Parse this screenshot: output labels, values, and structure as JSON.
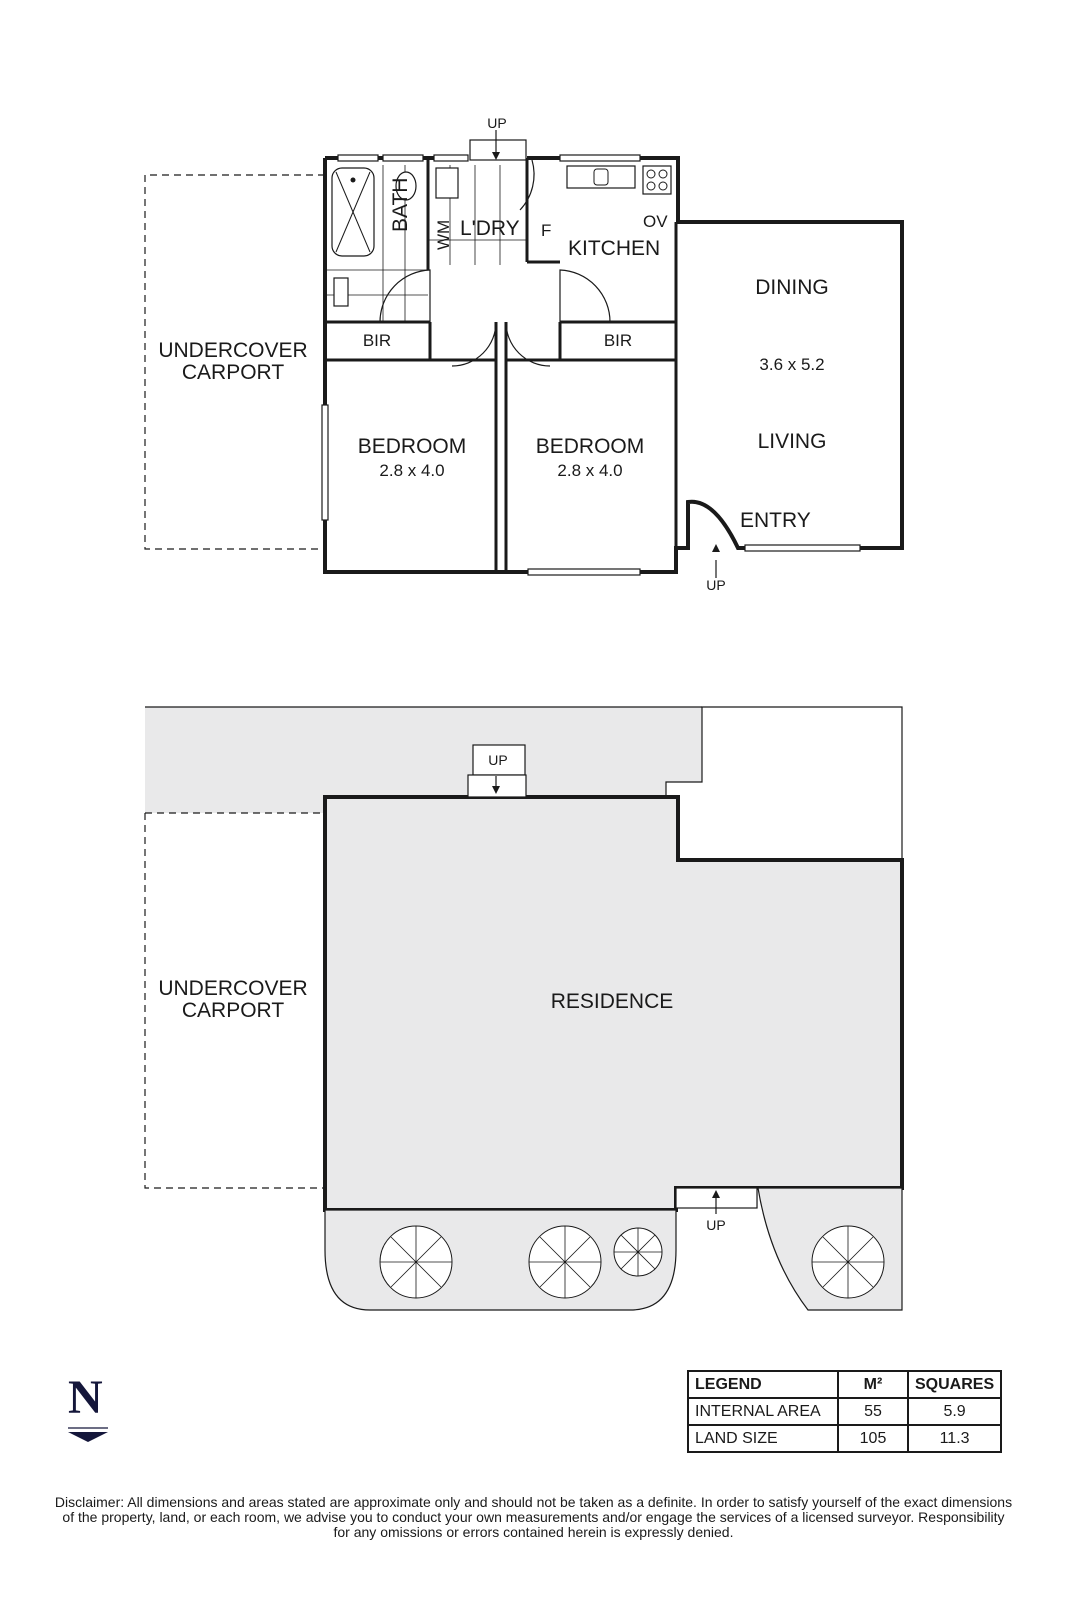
{
  "floor_plan": {
    "rooms": {
      "bath": "BATH",
      "wm": "WM",
      "laundry": "L'DRY",
      "fridge": "F",
      "oven": "OV",
      "kitchen": "KITCHEN",
      "dining": "DINING",
      "living_dim": "3.6 x 5.2",
      "living": "LIVING",
      "entry": "ENTRY",
      "bir_left": "BIR",
      "bir_right": "BIR",
      "bedroom1": "BEDROOM",
      "bedroom1_dim": "2.8 x 4.0",
      "bedroom2": "BEDROOM",
      "bedroom2_dim": "2.8 x 4.0",
      "carport_line1": "UNDERCOVER",
      "carport_line2": "CARPORT",
      "up_top": "UP",
      "up_entry": "UP"
    }
  },
  "site_plan": {
    "carport_line1": "UNDERCOVER",
    "carport_line2": "CARPORT",
    "residence": "RESIDENCE",
    "up_top": "UP",
    "up_bottom": "UP"
  },
  "north": {
    "label": "N"
  },
  "legend": {
    "headers": [
      "LEGEND",
      "M²",
      "SQUARES"
    ],
    "rows": [
      [
        "INTERNAL AREA",
        "55",
        "5.9"
      ],
      [
        "LAND SIZE",
        "105",
        "11.3"
      ]
    ]
  },
  "disclaimer": {
    "line1": "Disclaimer: All dimensions and areas stated are approximate only and should not be taken as a definite. In order to satisfy yourself of the exact dimensions",
    "line2": "of the property, land, or each room, we advise you to conduct your own measurements and/or engage the services of a licensed surveyor. Responsibility",
    "line3": "for any omissions or errors contained herein is expressly denied."
  },
  "colors": {
    "wall": "#1a1a1a",
    "fill": "#e9e9ea",
    "north": "#14163a"
  }
}
